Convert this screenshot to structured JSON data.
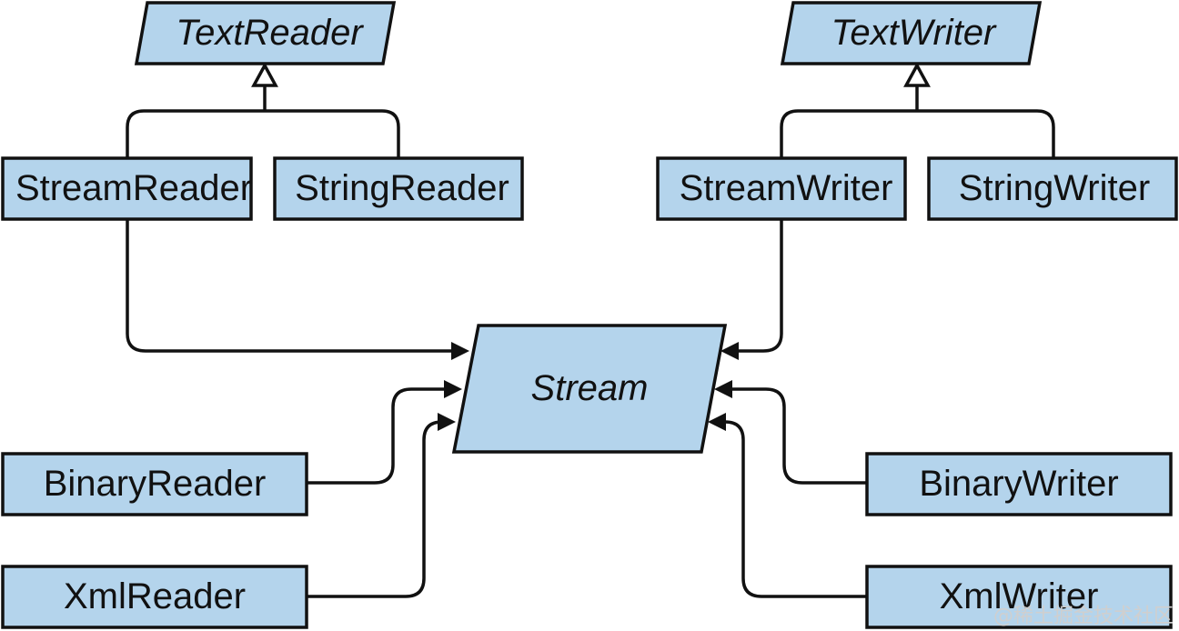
{
  "nodes": {
    "text_reader": "TextReader",
    "text_writer": "TextWriter",
    "stream_reader": "StreamReader",
    "string_reader": "StringReader",
    "stream_writer": "StreamWriter",
    "string_writer": "StringWriter",
    "stream": "Stream",
    "binary_reader": "BinaryReader",
    "xml_reader": "XmlReader",
    "binary_writer": "BinaryWriter",
    "xml_writer": "XmlWriter"
  },
  "watermark": "@稀土掘金技术社区",
  "colors": {
    "box_fill": "#b4d4ec",
    "stroke": "#111111"
  }
}
